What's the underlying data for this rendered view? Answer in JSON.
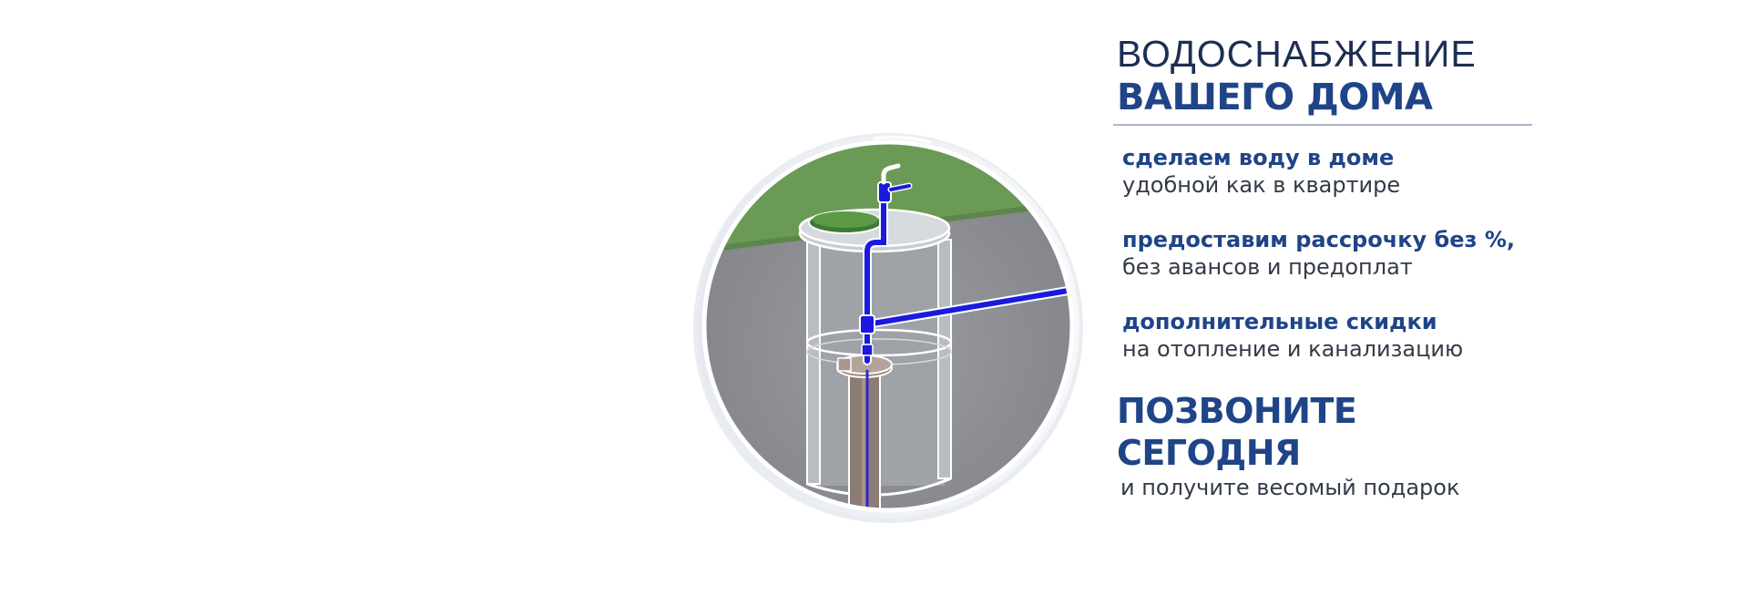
{
  "heading": {
    "line1": "ВОДОСНАБЖЕНИЕ",
    "line2": "ВАШЕГО ДОМА"
  },
  "benefits": [
    {
      "bold": "сделаем воду в доме",
      "regular": "удобной как в квартире"
    },
    {
      "bold": "предоставим рассрочку без %,",
      "regular": "без авансов и предоплат"
    },
    {
      "bold": "дополнительные скидки",
      "regular": "на отопление и канализацию"
    }
  ],
  "cta": {
    "title": "ПОЗВОНИТЕ СЕГОДНЯ",
    "subtitle": "и получите весомый подарок"
  },
  "colors": {
    "brand_blue": "#1f4487",
    "pipe_blue": "#1a1adf",
    "grass_green": "#6a9a55",
    "soil_gray": "#8a8c90"
  },
  "illustration": {
    "subject": "well-water-supply-icon"
  }
}
